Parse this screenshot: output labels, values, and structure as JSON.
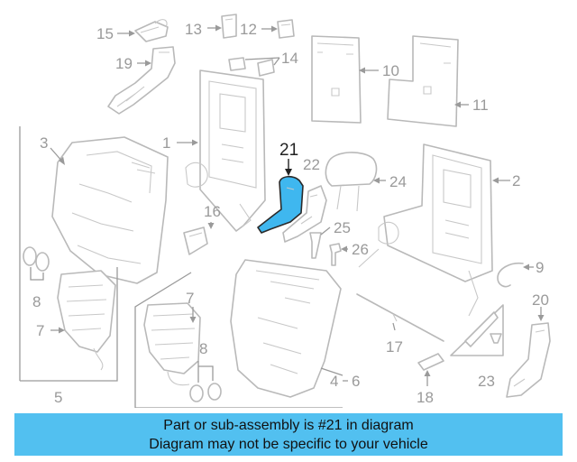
{
  "diagram": {
    "callouts": {
      "c1": "1",
      "c2": "2",
      "c3": "3",
      "c4": "4",
      "c5": "5",
      "c6": "6",
      "c7a": "7",
      "c7b": "7",
      "c8a": "8",
      "c8b": "8",
      "c9": "9",
      "c10": "10",
      "c11": "11",
      "c12": "12",
      "c13": "13",
      "c14": "14",
      "c15": "15",
      "c16": "16",
      "c17": "17",
      "c18": "18",
      "c19": "19",
      "c20": "20",
      "c21": "21",
      "c22": "22",
      "c23": "23",
      "c24": "24",
      "c25": "25",
      "c26": "26"
    },
    "highlighted_part": "21",
    "colors": {
      "highlight": "#3fb7ef",
      "banner": "#52c0f0",
      "linework": "#b9b9b9",
      "callout_text": "#9a9a9a"
    }
  },
  "banner": {
    "line1": "Part or sub-assembly is #21 in diagram",
    "line2": "Diagram may not be specific to your vehicle"
  }
}
